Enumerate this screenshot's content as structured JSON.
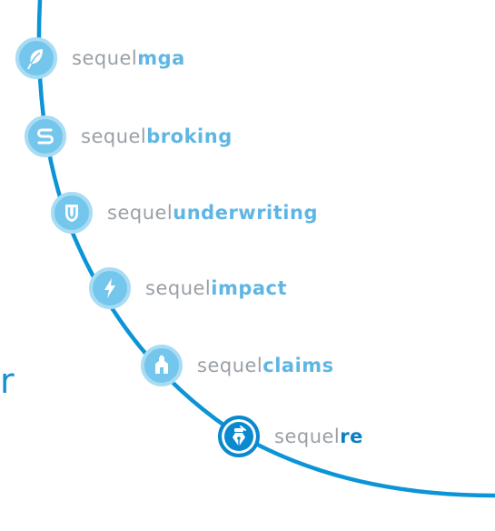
{
  "colors": {
    "curve": "#0b94d6",
    "light_badge_fill": "#74c6ec",
    "light_badge_border": "#a8dcf4",
    "dark_badge_fill": "#0b89cf",
    "dark_badge_border": "#0b89cf",
    "prefix_text": "#9aa0a6",
    "light_suffix": "#5fb6e4",
    "dark_suffix": "#0b7fc4"
  },
  "side_text": "r",
  "products": [
    {
      "prefix": "sequel",
      "suffix": "mga",
      "icon": "leaf-icon",
      "style": "light"
    },
    {
      "prefix": "sequel",
      "suffix": "broking",
      "icon": "broking-s-icon",
      "style": "light"
    },
    {
      "prefix": "sequel",
      "suffix": "underwriting",
      "icon": "shield-u-icon",
      "style": "light"
    },
    {
      "prefix": "sequel",
      "suffix": "impact",
      "icon": "lightning-bolt-icon",
      "style": "light"
    },
    {
      "prefix": "sequel",
      "suffix": "claims",
      "icon": "house-claims-icon",
      "style": "light"
    },
    {
      "prefix": "sequel",
      "suffix": "re",
      "icon": "fountain-pen-icon",
      "style": "dark"
    }
  ]
}
